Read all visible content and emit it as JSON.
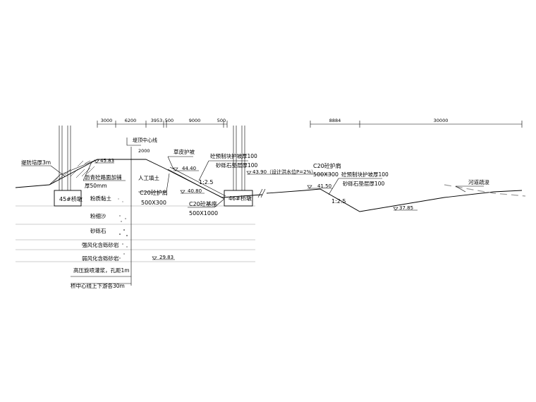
{
  "dims": {
    "left": [
      "3000",
      "6200",
      "3953",
      "500",
      "9000",
      "500"
    ],
    "right": [
      "8884",
      "30000"
    ]
  },
  "labels": {
    "dyke_center": "堤顶中心线",
    "dim_2000": "2000",
    "dyke_fill": "堤防培厚3m",
    "elev_45_83": "45.83",
    "asphalt_1": "沥青砼路面加铺",
    "asphalt_2": "厚50mm",
    "grass_slope": "草皮护坡",
    "precast_block_1": "砼预制块护坡厚100",
    "gravel_cushion_1": "砂砾石垫层厚100",
    "elev_44_40": "44.40",
    "artificial_fill": "人工填土",
    "silty_clay": "粉质黏土",
    "c20_shoulder_left": "C20砼护肩",
    "dim_500x300_left": "500X300",
    "elev_40_80": "40.80",
    "slope_1_2_5_left": "1:2.5",
    "c20_base": "C20砼基座",
    "dim_500x1000": "500X1000",
    "pier_45": "45#桥墩",
    "pier_46": "46#桥墩",
    "design_flood": "43.90（设计洪水位P=2%）",
    "c20_shoulder_right": "C20砼护肩",
    "dim_500x300_right": "500X300",
    "precast_block_2": "砼预制块护坡厚100",
    "gravel_cushion_2": "砂砾石垫层厚100",
    "elev_41_50": "41.50",
    "slope_1_2_5_right": "1:2.5",
    "elev_37_85": "37.85",
    "river_dredge": "河道疏浚",
    "silty_sand": "粉细沙",
    "sand_gravel": "砂砾石",
    "strong_weathered": "强风化含砾砂岩",
    "weak_weathered": "弱风化含砾砂岩",
    "elev_29_83": "29.83",
    "jet_grout": "高压旋喷灌浆，孔距1m",
    "bridge_center": "桥中心线上下游各30m"
  }
}
